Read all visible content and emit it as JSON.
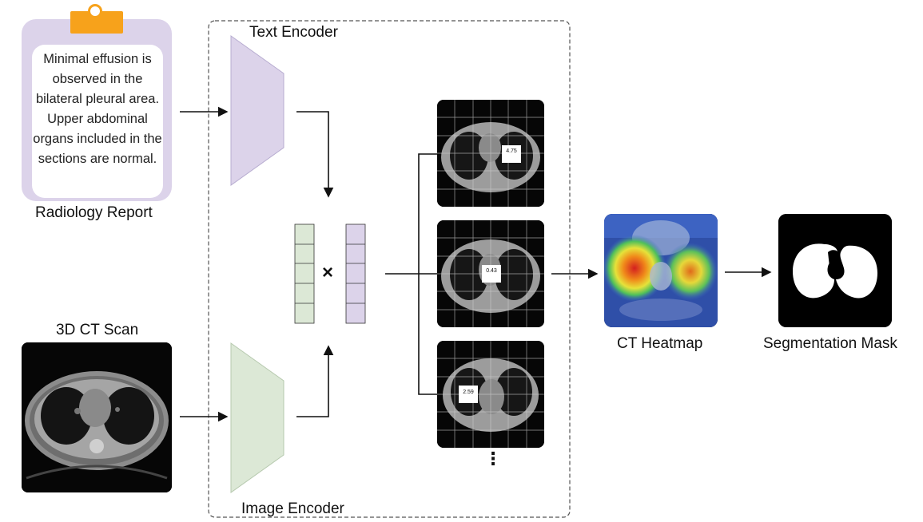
{
  "labels": {
    "text_encoder": "Text Encoder",
    "image_encoder": "Image Encoder",
    "radiology_report": "Radiology Report",
    "ct_scan": "3D CT Scan",
    "ct_heatmap": "CT Heatmap",
    "segmentation_mask": "Segmentation Mask"
  },
  "report_text": "Minimal effusion is observed in the bilateral pleural area. Upper abdominal organs included in the sections are normal.",
  "operator": "×",
  "slice_scores": [
    "4.75",
    "0.43",
    "2.59"
  ],
  "ellipsis": "⋮",
  "colors": {
    "text_encoder_fill": "#dcd3ea",
    "image_encoder_fill": "#dce8d6",
    "clipboard_accent": "#f7a21b"
  }
}
